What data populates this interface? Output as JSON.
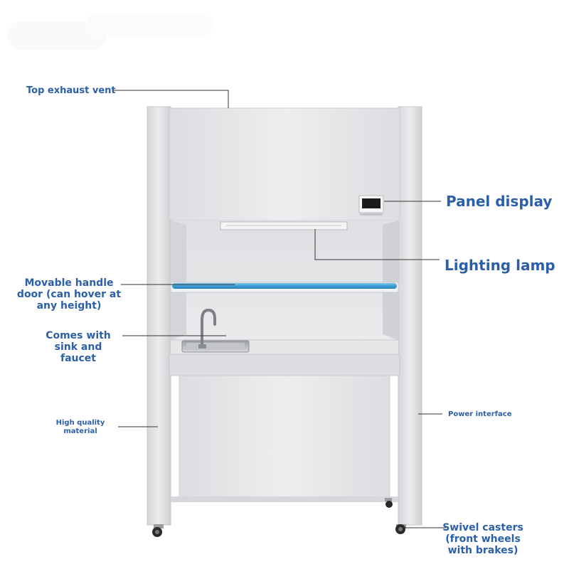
{
  "callouts": {
    "top_exhaust_vent": "Top exhaust vent",
    "panel_display": "Panel display",
    "lighting_lamp": "Lighting lamp",
    "movable_handle_door": "Movable handle\ndoor (can hover at\nany height)",
    "sink_and_faucet": "Comes with\nsink and\nfaucet",
    "high_quality_material": "High quality\nmaterial",
    "power_interface": "Power interface",
    "swivel_casters": "Swivel casters\n(front wheels\nwith brakes)"
  },
  "colors": {
    "label_text": "#2b5fa8",
    "leader_line": "#333333",
    "cabinet_body": "#e8e8ea",
    "cabinet_shadow": "#d2d3d6",
    "sash_handle": "#4aa8dc",
    "display_screen": "#1b1b1b"
  }
}
